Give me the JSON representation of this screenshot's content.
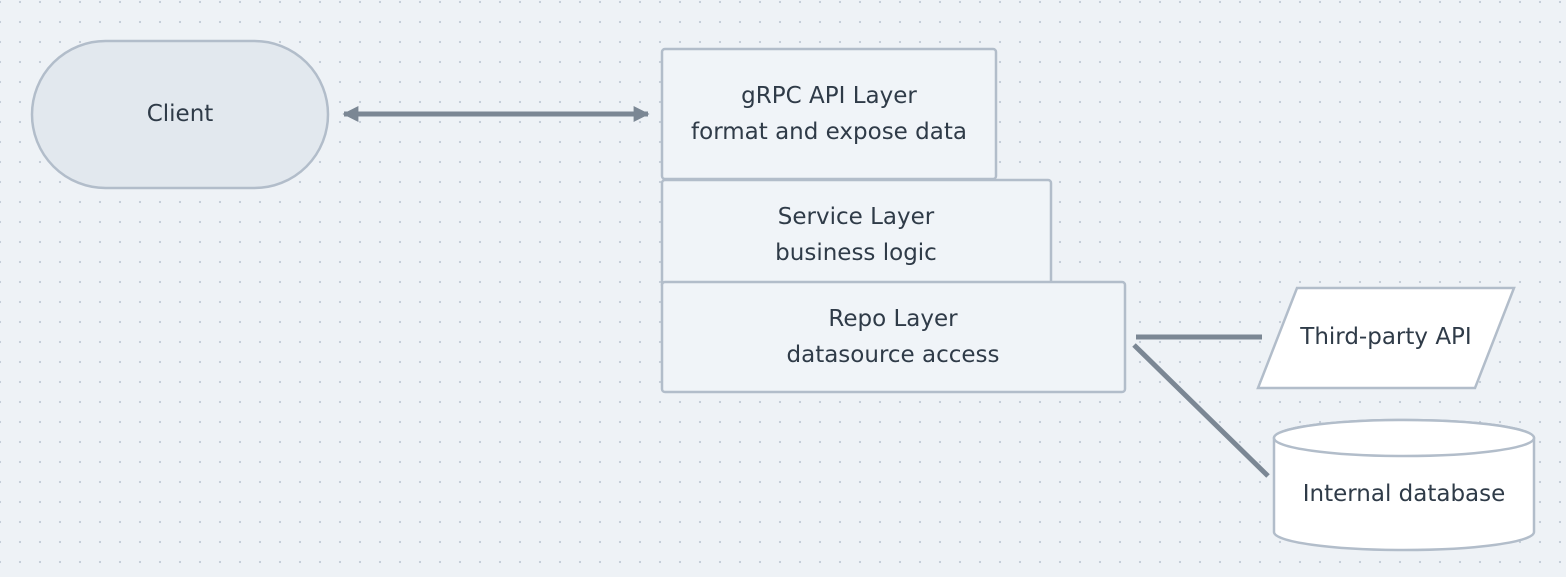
{
  "nodes": {
    "client": {
      "label": "Client"
    },
    "grpc_layer": {
      "title": "gRPC API Layer",
      "subtitle": "format and expose data"
    },
    "service_layer": {
      "title": "Service Layer",
      "subtitle": "business logic"
    },
    "repo_layer": {
      "title": "Repo Layer",
      "subtitle": "datasource access"
    },
    "third_party_api": {
      "label": "Third-party API"
    },
    "internal_database": {
      "label": "Internal database"
    }
  },
  "colors": {
    "background": "#eef2f6",
    "grid_dot": "#c3ccd6",
    "node_fill": "#f0f4f8",
    "client_fill": "#e2e8ee",
    "node_border": "#b2bdca",
    "connector": "#7b8794",
    "text": "#2f3b48"
  }
}
